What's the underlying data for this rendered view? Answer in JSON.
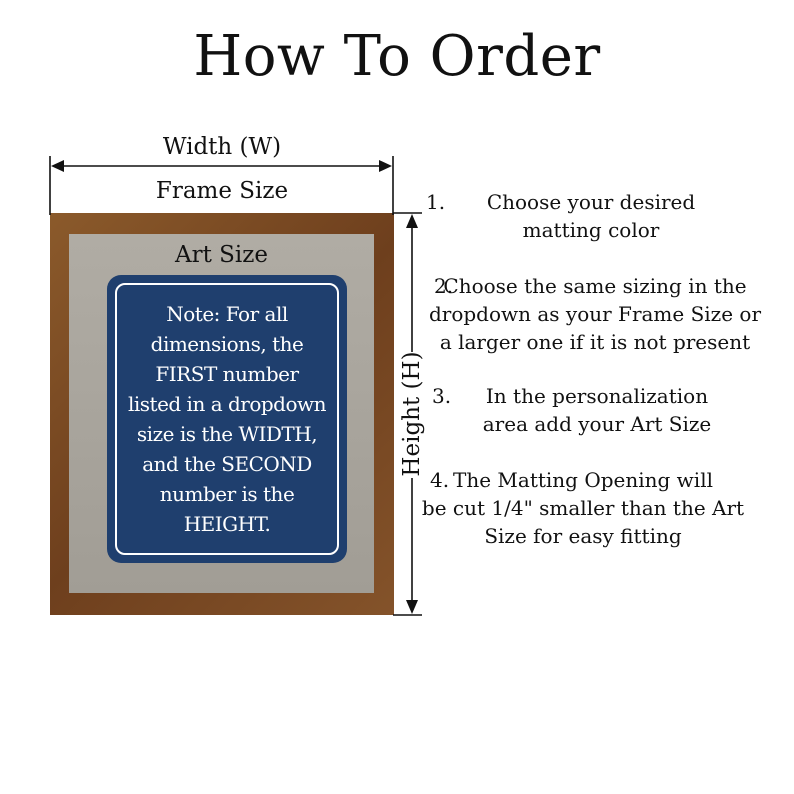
{
  "title": "How To Order",
  "diagram": {
    "width_label": "Width (W)",
    "frame_size_label": "Frame Size",
    "art_size_label": "Art Size",
    "height_label": "Height (H)",
    "note": "Note: For all\ndimensions, the\nFIRST number\nlisted in a dropdown\nsize is the WIDTH,\nand the SECOND\nnumber is the\nHEIGHT.",
    "colors": {
      "frame": "#7a4a24",
      "mat": "#a8a49c",
      "note_background": "#1f3f6e"
    }
  },
  "steps": [
    {
      "number": "1.",
      "text": "Choose your desired\nmatting color"
    },
    {
      "number": "2.",
      "text": "Choose the same sizing in the\ndropdown as your Frame Size or\na larger one if it is not present"
    },
    {
      "number": "3.",
      "text": "In the personalization\narea add your Art Size"
    },
    {
      "number": "4.",
      "text": "The Matting Opening will\nbe cut 1/4\" smaller than the Art\nSize for easy fitting"
    }
  ]
}
